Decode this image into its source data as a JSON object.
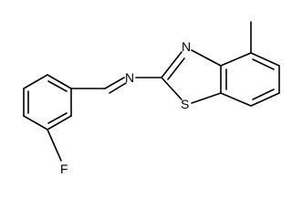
{
  "molecule": {
    "atoms": {
      "imine_n": "N",
      "thiazole_n": "N",
      "sulfur": "S",
      "fluorine": "F"
    }
  }
}
